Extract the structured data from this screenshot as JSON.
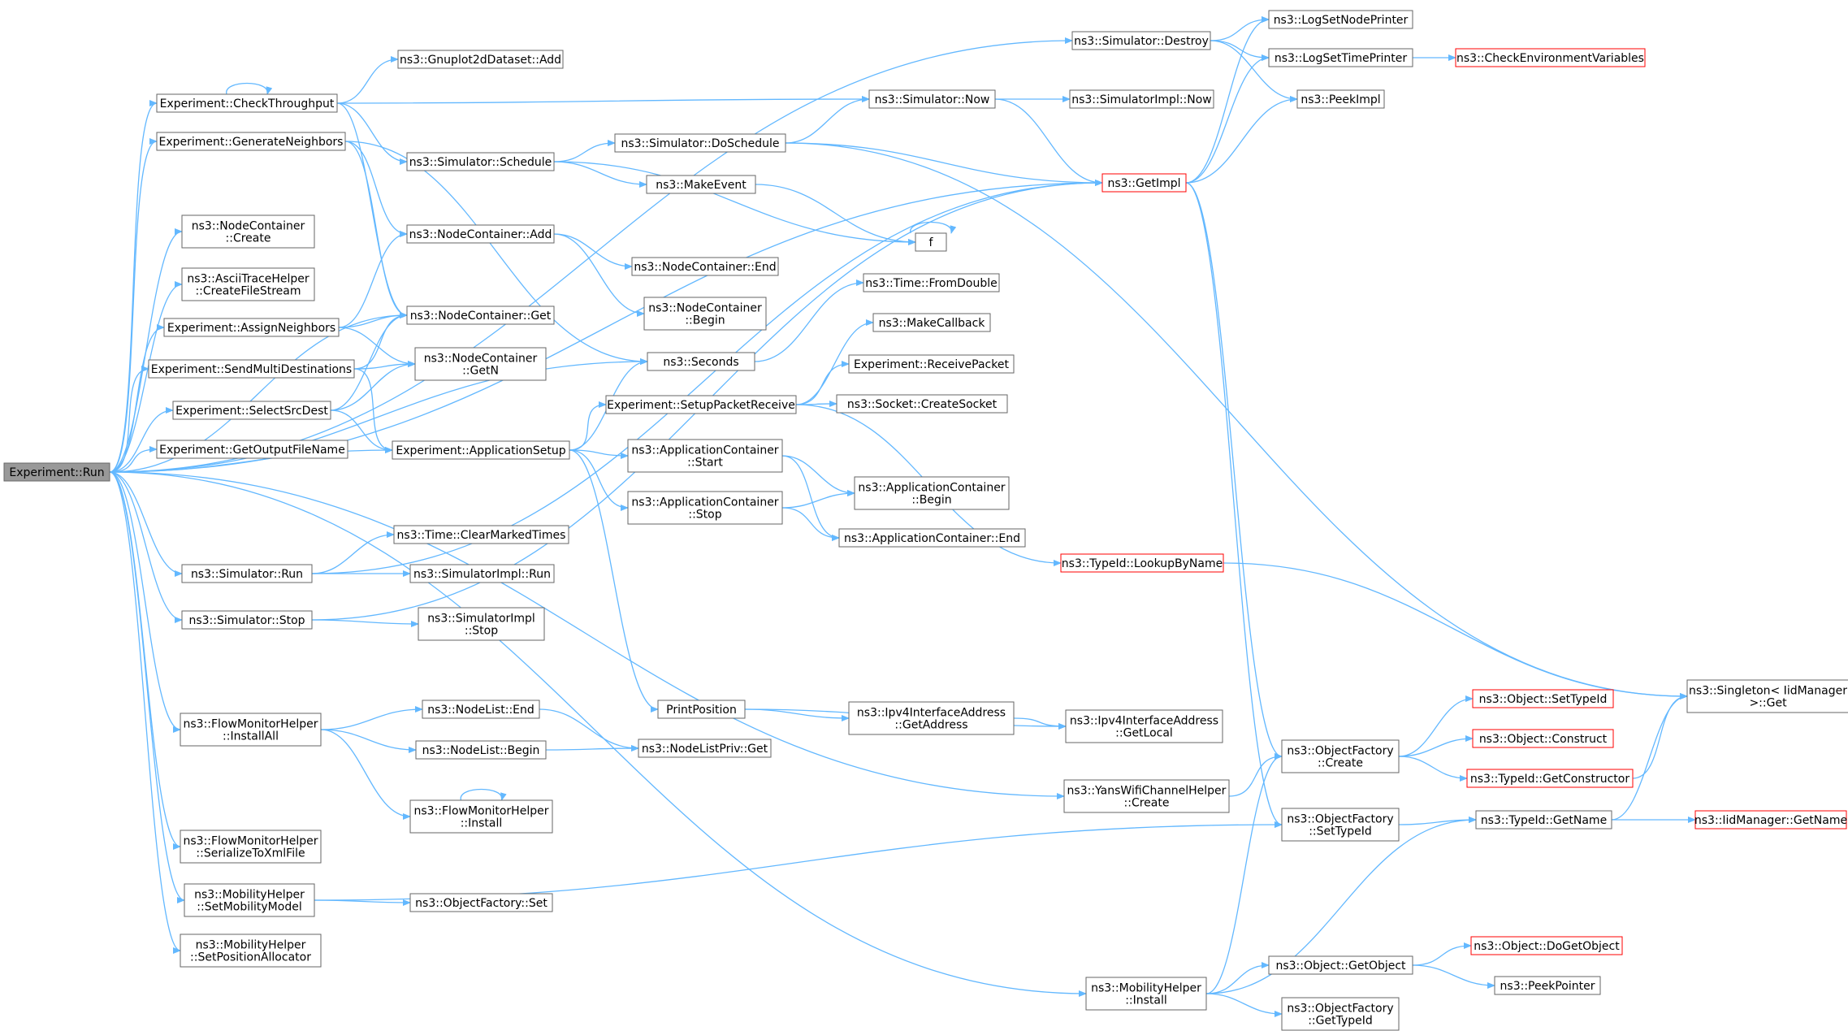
{
  "colors": {
    "edge": "#63b8ff",
    "border": "#666666",
    "red_border": "#ff0000",
    "root_fill": "#999999"
  },
  "nodes": {
    "run": {
      "lines": [
        "Experiment::Run"
      ]
    },
    "checkThroughput": {
      "lines": [
        "Experiment::CheckThroughput"
      ]
    },
    "generateNeighbors": {
      "lines": [
        "Experiment::GenerateNeighbors"
      ]
    },
    "ncCreate": {
      "lines": [
        "ns3::NodeContainer",
        "::Create"
      ]
    },
    "asciiCreate": {
      "lines": [
        "ns3::AsciiTraceHelper",
        "::CreateFileStream"
      ]
    },
    "assignNeighbors": {
      "lines": [
        "Experiment::AssignNeighbors"
      ]
    },
    "sendMulti": {
      "lines": [
        "Experiment::SendMultiDestinations"
      ]
    },
    "selectSrcDest": {
      "lines": [
        "Experiment::SelectSrcDest"
      ]
    },
    "getOutputFileName": {
      "lines": [
        "Experiment::GetOutputFileName"
      ]
    },
    "simRun": {
      "lines": [
        "ns3::Simulator::Run"
      ]
    },
    "simStop": {
      "lines": [
        "ns3::Simulator::Stop"
      ]
    },
    "fmhInstallAll": {
      "lines": [
        "ns3::FlowMonitorHelper",
        "::InstallAll"
      ]
    },
    "fmhSerialize": {
      "lines": [
        "ns3::FlowMonitorHelper",
        "::SerializeToXmlFile"
      ]
    },
    "mhSetMobility": {
      "lines": [
        "ns3::MobilityHelper",
        "::SetMobilityModel"
      ]
    },
    "mhSetPosition": {
      "lines": [
        "ns3::MobilityHelper",
        "::SetPositionAllocator"
      ]
    },
    "gnuplotAdd": {
      "lines": [
        "ns3::Gnuplot2dDataset::Add"
      ]
    },
    "simSchedule": {
      "lines": [
        "ns3::Simulator::Schedule"
      ]
    },
    "ncAdd": {
      "lines": [
        "ns3::NodeContainer::Add"
      ]
    },
    "ncGet": {
      "lines": [
        "ns3::NodeContainer::Get"
      ]
    },
    "ncGetN": {
      "lines": [
        "ns3::NodeContainer",
        "::GetN"
      ]
    },
    "appSetup": {
      "lines": [
        "Experiment::ApplicationSetup"
      ]
    },
    "timeClear": {
      "lines": [
        "ns3::Time::ClearMarkedTimes"
      ]
    },
    "simImplRun": {
      "lines": [
        "ns3::SimulatorImpl::Run"
      ]
    },
    "simImplStop": {
      "lines": [
        "ns3::SimulatorImpl",
        "::Stop"
      ]
    },
    "nlEnd": {
      "lines": [
        "ns3::NodeList::End"
      ]
    },
    "nlBegin": {
      "lines": [
        "ns3::NodeList::Begin"
      ]
    },
    "fmhInstall": {
      "lines": [
        "ns3::FlowMonitorHelper",
        "::Install"
      ]
    },
    "ofSet": {
      "lines": [
        "ns3::ObjectFactory::Set"
      ]
    },
    "doSchedule": {
      "lines": [
        "ns3::Simulator::DoSchedule"
      ]
    },
    "makeEvent": {
      "lines": [
        "ns3::MakeEvent"
      ]
    },
    "ncEnd": {
      "lines": [
        "ns3::NodeContainer::End"
      ]
    },
    "ncBegin": {
      "lines": [
        "ns3::NodeContainer",
        "::Begin"
      ]
    },
    "seconds": {
      "lines": [
        "ns3::Seconds"
      ]
    },
    "setupRecv": {
      "lines": [
        "Experiment::SetupPacketReceive"
      ]
    },
    "acStart": {
      "lines": [
        "ns3::ApplicationContainer",
        "::Start"
      ]
    },
    "acStop": {
      "lines": [
        "ns3::ApplicationContainer",
        "::Stop"
      ]
    },
    "printPos": {
      "lines": [
        "PrintPosition"
      ]
    },
    "nlpGet": {
      "lines": [
        "ns3::NodeListPriv::Get"
      ]
    },
    "simNow": {
      "lines": [
        "ns3::Simulator::Now"
      ]
    },
    "f": {
      "lines": [
        "f"
      ]
    },
    "timeFromDouble": {
      "lines": [
        "ns3::Time::FromDouble"
      ]
    },
    "makeCallback": {
      "lines": [
        "ns3::MakeCallback"
      ]
    },
    "receivePacket": {
      "lines": [
        "Experiment::ReceivePacket"
      ]
    },
    "createSocket": {
      "lines": [
        "ns3::Socket::CreateSocket"
      ]
    },
    "acBegin": {
      "lines": [
        "ns3::ApplicationContainer",
        "::Begin"
      ]
    },
    "acEnd": {
      "lines": [
        "ns3::ApplicationContainer::End"
      ]
    },
    "ipv4GetAddress": {
      "lines": [
        "ns3::Ipv4InterfaceAddress",
        "::GetAddress"
      ]
    },
    "simDestroy": {
      "lines": [
        "ns3::Simulator::Destroy"
      ]
    },
    "simImplNow": {
      "lines": [
        "ns3::SimulatorImpl::Now"
      ]
    },
    "getImpl": {
      "lines": [
        "ns3::GetImpl"
      ]
    },
    "lookupByName": {
      "lines": [
        "ns3::TypeId::LookupByName"
      ]
    },
    "ipv4GetLocal": {
      "lines": [
        "ns3::Ipv4InterfaceAddress",
        "::GetLocal"
      ]
    },
    "yansCreate": {
      "lines": [
        "ns3::YansWifiChannelHelper",
        "::Create"
      ]
    },
    "mhInstall": {
      "lines": [
        "ns3::MobilityHelper",
        "::Install"
      ]
    },
    "logSetNode": {
      "lines": [
        "ns3::LogSetNodePrinter"
      ]
    },
    "logSetTime": {
      "lines": [
        "ns3::LogSetTimePrinter"
      ]
    },
    "peekImpl": {
      "lines": [
        "ns3::PeekImpl"
      ]
    },
    "ofCreate": {
      "lines": [
        "ns3::ObjectFactory",
        "::Create"
      ]
    },
    "ofSetTypeId": {
      "lines": [
        "ns3::ObjectFactory",
        "::SetTypeId"
      ]
    },
    "objGetObject": {
      "lines": [
        "ns3::Object::GetObject"
      ]
    },
    "ofGetTypeId": {
      "lines": [
        "ns3::ObjectFactory",
        "::GetTypeId"
      ]
    },
    "checkEnv": {
      "lines": [
        "ns3::CheckEnvironmentVariables"
      ]
    },
    "objSetTypeId": {
      "lines": [
        "ns3::Object::SetTypeId"
      ]
    },
    "objConstruct": {
      "lines": [
        "ns3::Object::Construct"
      ]
    },
    "tidGetConstructor": {
      "lines": [
        "ns3::TypeId::GetConstructor"
      ]
    },
    "tidGetName": {
      "lines": [
        "ns3::TypeId::GetName"
      ]
    },
    "doGetObject": {
      "lines": [
        "ns3::Object::DoGetObject"
      ]
    },
    "peekPointer": {
      "lines": [
        "ns3::PeekPointer"
      ]
    },
    "singletonGet": {
      "lines": [
        "ns3::Singleton< IidManager",
        " >::Get"
      ]
    },
    "iidGetName": {
      "lines": [
        "ns3::IidManager::GetName"
      ]
    }
  }
}
